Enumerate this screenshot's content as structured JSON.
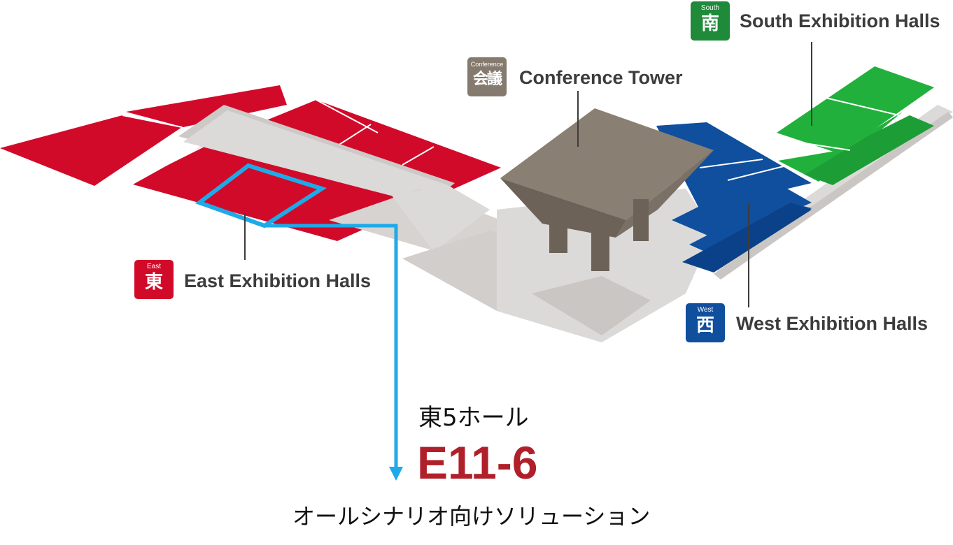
{
  "areas": {
    "south": {
      "badge_en": "South",
      "badge_kanji": "南",
      "label": "South Exhibition Halls",
      "color": "#1e8a3a"
    },
    "conference": {
      "badge_en": "Conference",
      "badge_kanji": "会議",
      "label": "Conference Tower",
      "color": "#857a6e"
    },
    "east": {
      "badge_en": "East",
      "badge_kanji": "東",
      "label": "East Exhibition Halls",
      "color": "#d20a2a"
    },
    "west": {
      "badge_en": "West",
      "badge_kanji": "西",
      "label": "West Exhibition Halls",
      "color": "#0f4f9e"
    }
  },
  "booth": {
    "hall": "東5ホール",
    "code": "E11-6",
    "solution": "オールシナリオ向けソリューション",
    "highlight_color": "#1eaae8",
    "code_color": "#b0202a"
  }
}
